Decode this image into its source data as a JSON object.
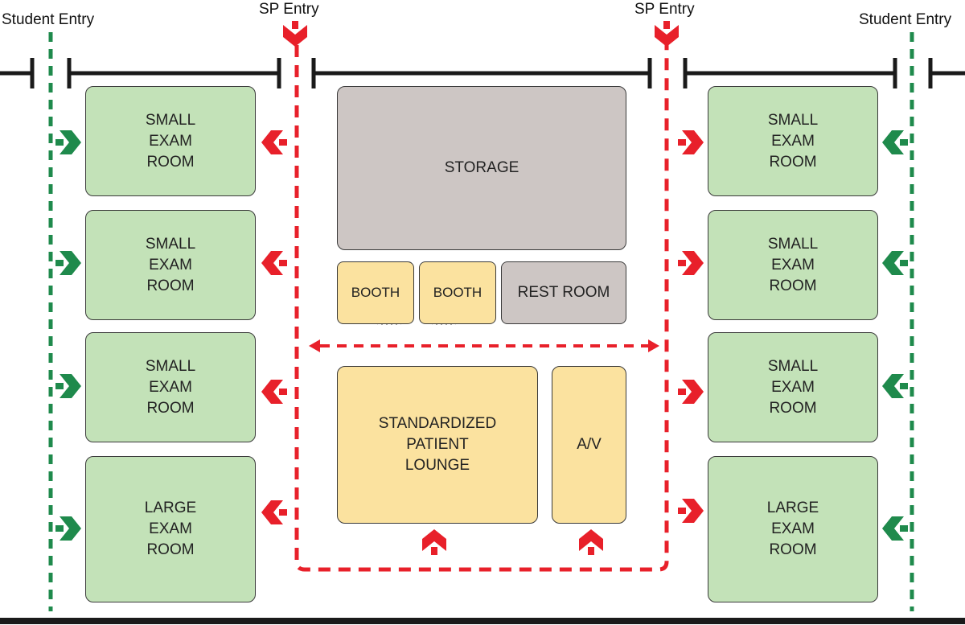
{
  "entries": {
    "student_left": "Student Entry",
    "sp_left": "SP Entry",
    "sp_right": "SP Entry",
    "student_right": "Student Entry"
  },
  "rooms": {
    "left_1": "SMALL\nEXAM\nROOM",
    "left_2": "SMALL\nEXAM\nROOM",
    "left_3": "SMALL\nEXAM\nROOM",
    "left_4": "LARGE\nEXAM\nROOM",
    "right_1": "SMALL\nEXAM\nROOM",
    "right_2": "SMALL\nEXAM\nROOM",
    "right_3": "SMALL\nEXAM\nROOM",
    "right_4": "LARGE\nEXAM\nROOM",
    "storage": "STORAGE",
    "booth_1": "BOOTH",
    "booth_2": "BOOTH",
    "rest_room": "REST ROOM",
    "lounge": "STANDARDIZED\nPATIENT\nLOUNGE",
    "av": "A/V"
  },
  "colors": {
    "student_path": "#1f8a4c",
    "sp_path": "#e8202a",
    "exam_room": "#c3e2b8",
    "utility_room": "#cdc6c4",
    "staff_room": "#fbe29f",
    "wall": "#1a1a1a"
  }
}
